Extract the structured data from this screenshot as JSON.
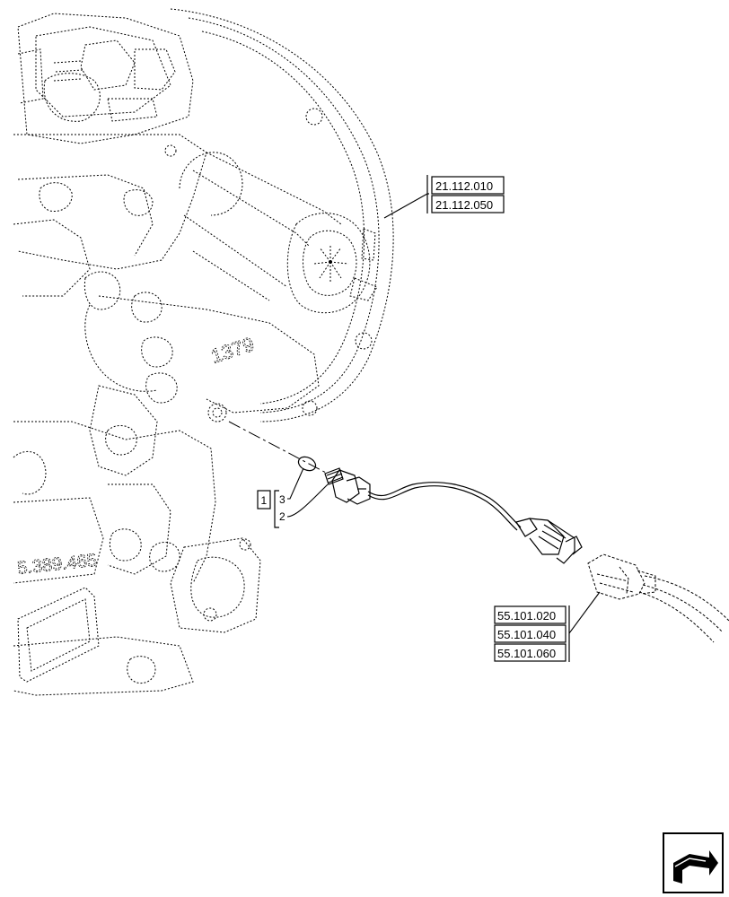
{
  "references_top": [
    "21.112.010",
    "21.112.050"
  ],
  "references_bottom": [
    "55.101.020",
    "55.101.040",
    "55.101.060"
  ],
  "callouts": {
    "assembly": "1",
    "o_ring": "3",
    "sensor": "2"
  },
  "casting_marking": "1379",
  "casting_marking_side": "5.389.465",
  "nav_icon": "arrow-next-icon"
}
